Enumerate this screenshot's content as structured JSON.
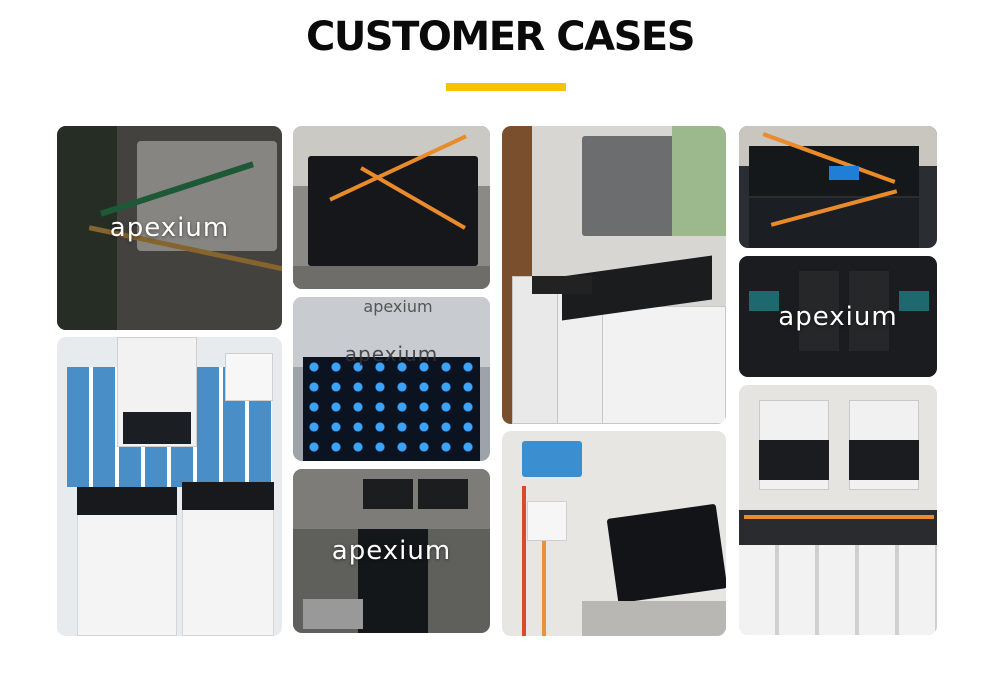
{
  "header": {
    "title": "CUSTOMER CASES"
  },
  "brand": {
    "logo_text": "apexium"
  },
  "colors": {
    "accent": "#f5c300",
    "text": "#0a0a0a"
  },
  "photos": [
    {
      "id": "control-box-wiring",
      "has_logo": true
    },
    {
      "id": "inverter-on-tiled-wall",
      "has_logo": false
    },
    {
      "id": "black-battery-orange-cables",
      "has_logo": false
    },
    {
      "id": "battery-cells-blue-lit",
      "has_logo": true
    },
    {
      "id": "wall-mounted-battery-rack",
      "has_logo": true
    },
    {
      "id": "inverter-over-battery-cabinets",
      "has_logo": false
    },
    {
      "id": "battery-with-breaker",
      "has_logo": false
    },
    {
      "id": "battery-modules-closeup",
      "has_logo": false
    },
    {
      "id": "battery-modules-topview",
      "has_logo": true
    },
    {
      "id": "dual-inverter-system",
      "has_logo": false
    }
  ]
}
